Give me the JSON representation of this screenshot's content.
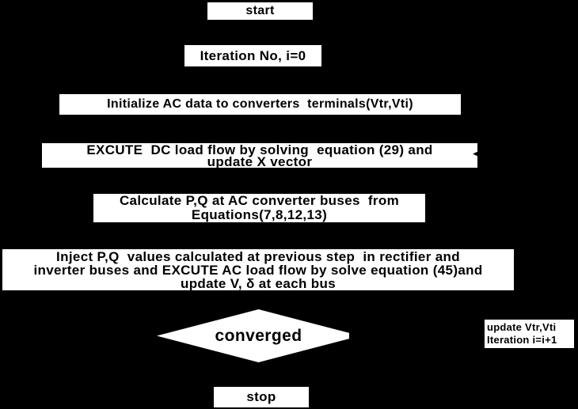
{
  "colors": {
    "background": "#000000",
    "node_fill": "#ffffff",
    "node_text": "#000000"
  },
  "flowchart": {
    "nodes": {
      "start": {
        "label": "start"
      },
      "iteration": {
        "label": "Iteration No, i=0"
      },
      "initialize": {
        "label": "Initialize AC data to converters  terminals(Vtr,Vti)"
      },
      "dcloadflow": {
        "line1": "EXCUTE  DC load flow by solving  equation (29) and",
        "line2": "update X vector"
      },
      "calcpq": {
        "line1": "Calculate P,Q at AC converter buses  from",
        "line2": "Equations(7,8,12,13)"
      },
      "injectpq": {
        "line1": "Inject P,Q  values calculated at previous step  in rectifier and",
        "line2": "inverter buses and EXCUTE AC load flow by solve equation (45)and",
        "line3": "update V, δ at each bus"
      },
      "converged": {
        "label": "converged"
      },
      "updateloop": {
        "line1": "update Vtr,Vti",
        "line2": "Iteration i=i+1"
      },
      "stop": {
        "label": "stop"
      }
    }
  }
}
